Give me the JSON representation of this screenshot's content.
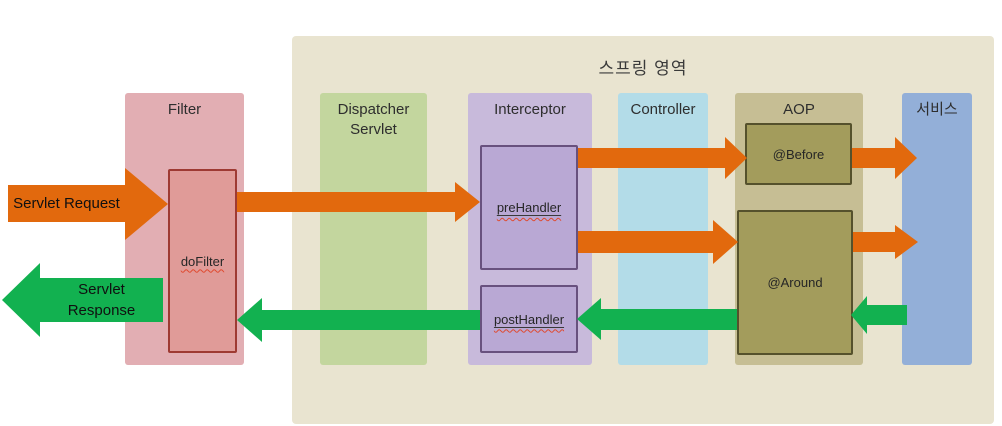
{
  "region_label": "스프링 영역",
  "columns": {
    "filter": "Filter",
    "dispatcher": "Dispatcher Servlet",
    "interceptor": "Interceptor",
    "controller": "Controller",
    "aop": "AOP",
    "service": "서비스"
  },
  "boxes": {
    "dofilter": "doFilter",
    "prehandler": "preHandler",
    "posthandler": "postHandler",
    "before": "@Before",
    "around": "@Around"
  },
  "arrows": {
    "request": "Servlet Request",
    "response_line1": "Servlet",
    "response_line2": "Response"
  },
  "colors": {
    "spring_region_bg": "#e9e4d0",
    "filter_bg": "#e2aeb3",
    "dispatcher_bg": "#c3d69e",
    "interceptor_bg": "#c8badb",
    "controller_bg": "#b3dce8",
    "aop_bg": "#c6be94",
    "service_bg": "#93afd8",
    "dofilter_box_bg": "#e09b98",
    "dofilter_box_border": "#9e3a33",
    "handler_box_bg": "#b9a8d4",
    "handler_box_border": "#68517e",
    "aop_box_bg": "#a39c5c",
    "aop_box_border": "#55512c",
    "arrow_orange": "#e2690d",
    "arrow_green": "#12b150",
    "spellcheck_red": "#e0492e"
  }
}
